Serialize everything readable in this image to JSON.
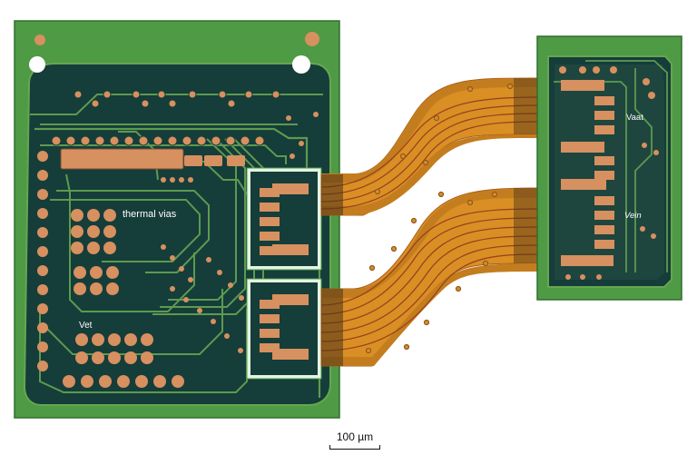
{
  "image": {
    "kind": "photo",
    "subject": "rigid-flex PCB"
  },
  "labels": {
    "thermal_vias": "thermal vias",
    "vet": "Vet",
    "vaat": "Vaat",
    "vein": "Vein"
  },
  "scale_bar": {
    "label": "100 µm"
  },
  "colors": {
    "board_green": "#4f9a45",
    "board_edge": "#3f8738",
    "solder_dark": "#153d3a",
    "copper": "#d7905f",
    "flex_orange": "#d98f24",
    "flex_dark_overlay": "#4b3318",
    "trace_red": "#9a3e1f"
  }
}
